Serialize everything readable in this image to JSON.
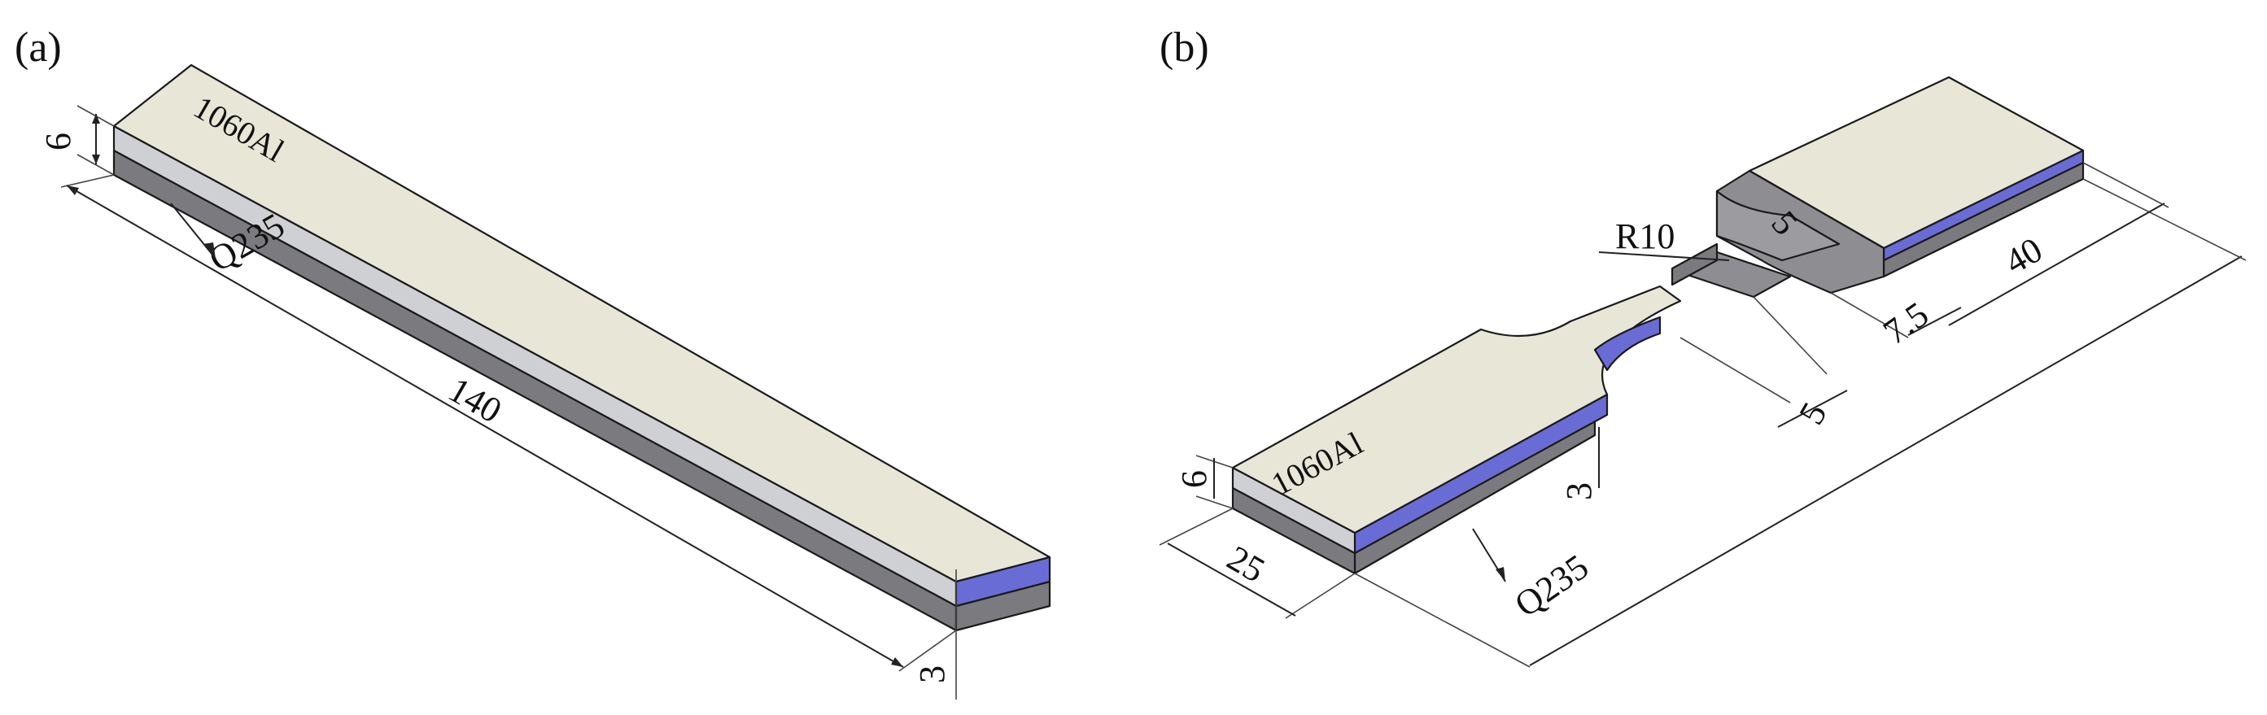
{
  "panels": [
    {
      "label": "(a)",
      "top_material": "1060Al",
      "bottom_material": "Q235",
      "dims": {
        "thickness_total": "6",
        "thickness_steel": "3",
        "length": "140"
      }
    },
    {
      "label": "(b)",
      "top_material": "1060Al",
      "bottom_material": "Q235",
      "dims": {
        "thickness_total": "6",
        "thickness_steel": "3",
        "grip_width": "25",
        "radius": "R10",
        "gauge_width": "5",
        "gauge_thickness": "5",
        "shoulder_offset": "7.5",
        "grip_length": "40"
      }
    }
  ],
  "colors": {
    "aluminum_top": "#e7e6d7",
    "aluminum_side": "#cfd0d4",
    "interface": "#6a6cd6",
    "steel": "#7b7b7f",
    "gauge": "#8d8d92"
  }
}
